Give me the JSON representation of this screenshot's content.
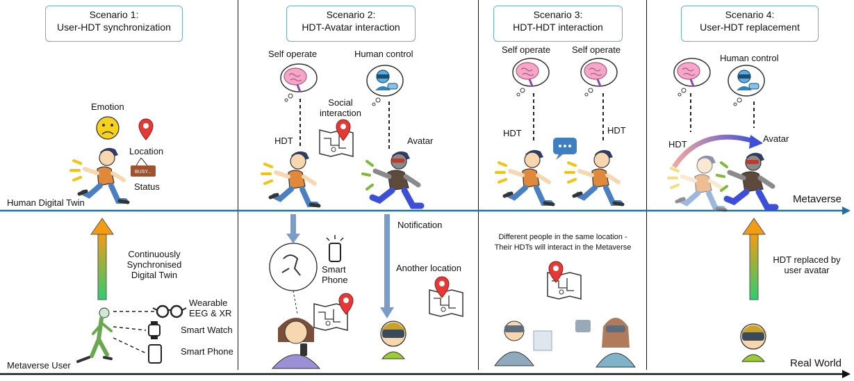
{
  "scenarios": [
    {
      "line1": "Scenario 1:",
      "line2": "User-HDT synchronization"
    },
    {
      "line1": "Scenario 2:",
      "line2": "HDT-Avatar interaction"
    },
    {
      "line1": "Scenario 3:",
      "line2": "HDT-HDT interaction"
    },
    {
      "line1": "Scenario 4:",
      "line2": "User-HDT replacement"
    }
  ],
  "axes": {
    "human_digital_twin": "Human Digital Twin",
    "metaverse": "Metaverse",
    "metaverse_user": "Metaverse User",
    "real_world": "Real World"
  },
  "s1": {
    "emotion": "Emotion",
    "location": "Location",
    "status": "Status",
    "busy_sign": "BUSY...",
    "sync_line1": "Continuously",
    "sync_line2": "Synchronised",
    "sync_line3": "Digital Twin",
    "wearable_line1": "Wearable",
    "wearable_line2": "EEG & XR",
    "smart_watch": "Smart Watch",
    "smart_phone": "Smart Phone"
  },
  "s2": {
    "self_operate": "Self operate",
    "human_control": "Human control",
    "social_line1": "Social",
    "social_line2": "interaction",
    "hdt": "HDT",
    "avatar": "Avatar",
    "notification": "Notification",
    "smart_line1": "Smart",
    "smart_line2": "Phone",
    "another_location": "Another location"
  },
  "s3": {
    "self_operate_left": "Self operate",
    "self_operate_right": "Self operate",
    "hdt_left": "HDT",
    "hdt_right": "HDT",
    "people_line1": "Different people in the same location -",
    "people_line2": "Their HDTs will interact in the Metaverse"
  },
  "s4": {
    "human_control": "Human control",
    "hdt": "HDT",
    "avatar": "Avatar",
    "replaced_line1": "HDT replaced by",
    "replaced_line2": "user avatar"
  },
  "colors": {
    "box_border": "#6fa8dc",
    "metaverse_axis": "#1f6f9f",
    "brain_pink": "#f4a7c8",
    "runner_orange": "#e0893a",
    "runner_navy": "#2e3c6b",
    "pin_red": "#e53935",
    "arrow_blue": "#7a9cc6",
    "grad_top": "#f39c12",
    "grad_bottom": "#2ecc71"
  }
}
